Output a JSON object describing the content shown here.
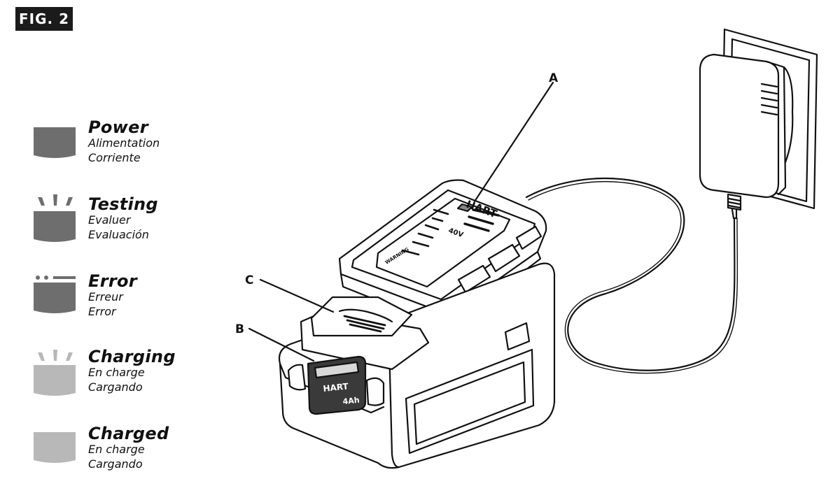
{
  "figure": {
    "label": "FIG. 2"
  },
  "legend": [
    {
      "title": "Power",
      "fr": "Alimentation",
      "es": "Corriente",
      "indicator": "solid",
      "color": "#6e6e6e"
    },
    {
      "title": "Testing",
      "fr": "Evaluer",
      "es": "Evaluación",
      "indicator": "flashing",
      "color": "#6e6e6e"
    },
    {
      "title": "Error",
      "fr": "Erreur",
      "es": "Error",
      "indicator": "blinking-dots",
      "color": "#6e6e6e"
    },
    {
      "title": "Charging",
      "fr": "En charge",
      "es": "Cargando",
      "indicator": "flashing",
      "color": "#b8b8b8"
    },
    {
      "title": "Charged",
      "fr": "En charge",
      "es": "Cargando",
      "indicator": "solid",
      "color": "#b8b8b8"
    }
  ],
  "callouts": {
    "a": "A",
    "b": "B",
    "c": "C"
  },
  "product": {
    "brand": "HART",
    "voltage": "40V",
    "battery_capacity": "4Ah",
    "warning_label": "WARNING"
  }
}
